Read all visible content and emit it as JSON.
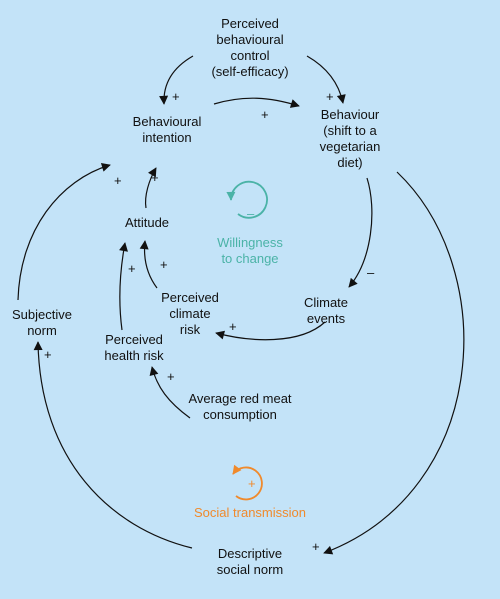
{
  "nodes": {
    "pbc": [
      "Perceived",
      "behavioural",
      "control",
      "(self-efficacy)"
    ],
    "intention": [
      "Behavioural",
      "intention"
    ],
    "behaviour": [
      "Behaviour",
      "(shift to a",
      "vegetarian",
      "diet)"
    ],
    "attitude": [
      "Attitude"
    ],
    "climate_risk": [
      "Perceived",
      "climate",
      "risk"
    ],
    "climate_events": [
      "Climate",
      "events"
    ],
    "subjective_norm": [
      "Subjective",
      "norm"
    ],
    "health_risk": [
      "Perceived",
      "health risk"
    ],
    "red_meat": [
      "Average red meat",
      "consumption"
    ],
    "descriptive_norm": [
      "Descriptive",
      "social norm"
    ]
  },
  "loops": {
    "willingness": {
      "label": [
        "Willingness",
        "to change"
      ],
      "sign": "–"
    },
    "social": {
      "label": [
        "Social transmission"
      ],
      "sign": "+"
    }
  },
  "signs": {
    "pbc_to_intention": "+",
    "pbc_to_behaviour": "+",
    "intention_to_behaviour": "+",
    "attitude_to_intention": "+",
    "subjective_to_intention": "+",
    "climate_risk_to_attitude": "+",
    "health_to_attitude": "+",
    "behaviour_to_climate_events": "–",
    "climate_events_to_risk": "+",
    "red_meat_to_health": "+",
    "descriptive_to_subjective": "+",
    "behaviour_to_descriptive": "+"
  },
  "colors": {
    "background": "#c3e3f8",
    "arrow": "#111111",
    "willingness_loop": "#4bb3a7",
    "social_loop": "#f08a2c"
  }
}
